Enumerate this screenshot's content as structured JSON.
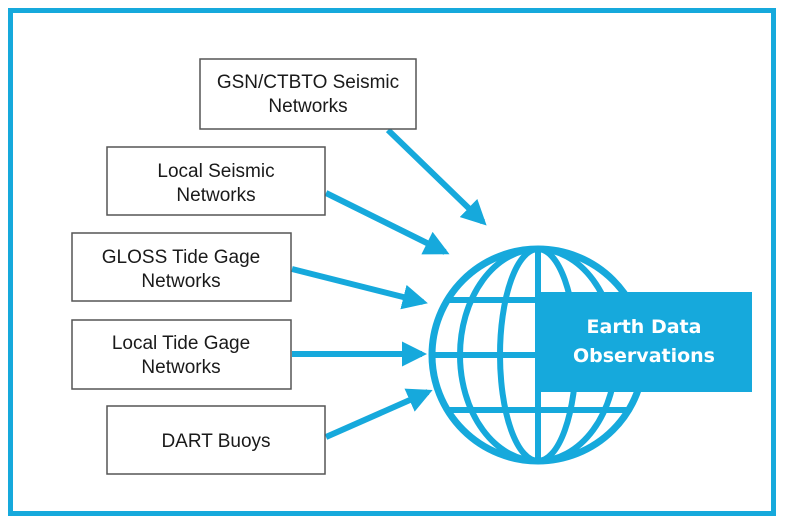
{
  "colors": {
    "accent": "#16a9dc",
    "box_border": "#555555",
    "text": "#1a1a1a",
    "badge_text": "#ffffff"
  },
  "sources": [
    {
      "id": "gsn",
      "lines": [
        "GSN/CTBTO Seismic",
        "Networks"
      ]
    },
    {
      "id": "local-seismic",
      "lines": [
        "Local Seismic",
        "Networks"
      ]
    },
    {
      "id": "gloss",
      "lines": [
        "GLOSS Tide Gage",
        "Networks"
      ]
    },
    {
      "id": "local-tide",
      "lines": [
        "Local Tide Gage",
        "Networks"
      ]
    },
    {
      "id": "dart",
      "lines": [
        "DART Buoys"
      ]
    }
  ],
  "target": {
    "icon": "globe-icon",
    "lines": [
      "Earth Data",
      "Observations"
    ]
  }
}
